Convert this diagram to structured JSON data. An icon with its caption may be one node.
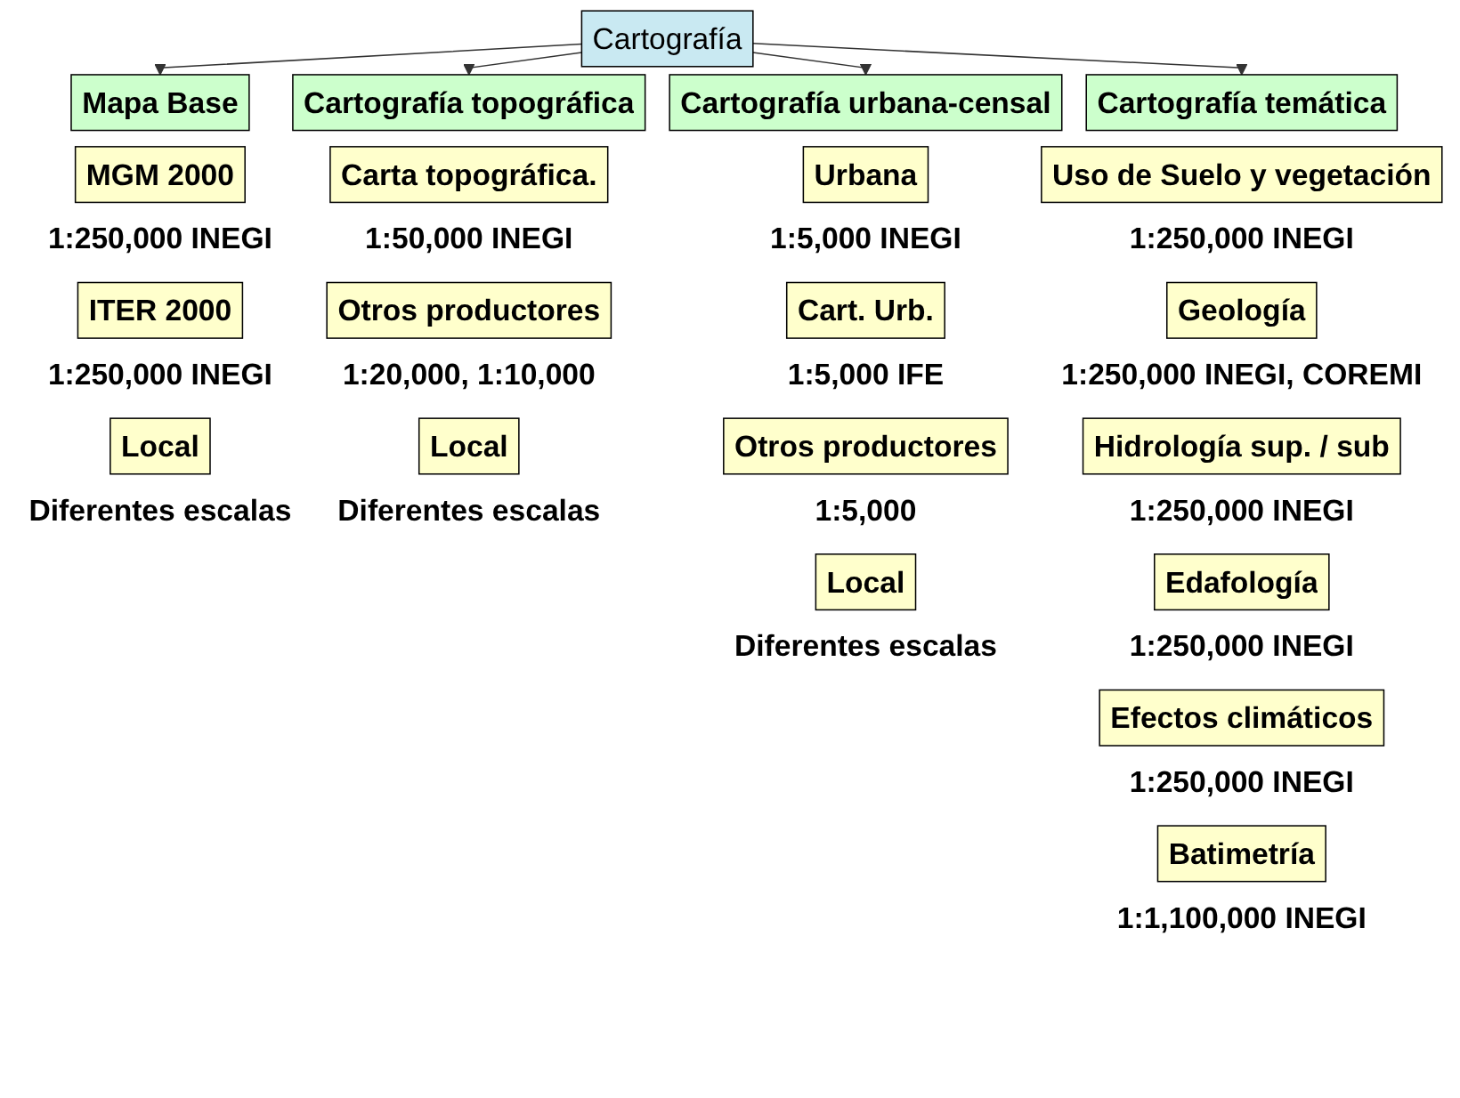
{
  "diagram": {
    "nodes": [
      {
        "text": [
          "Cartografía"
        ]
      },
      {
        "text": [
          "Mapa Base"
        ]
      },
      {
        "text": [
          "Cartografía topográfica"
        ]
      },
      {
        "text": [
          "Cartografía urbana-censal"
        ]
      },
      {
        "text": [
          "Cartografía temática"
        ]
      },
      {
        "text": [
          "MGM 2000"
        ],
        "beside": [
          "1:250,000 INEGI"
        ]
      },
      {
        "text": [
          "ITER 2000"
        ],
        "beside": [
          "1:250,000 INEGI"
        ]
      },
      {
        "text": [
          "Local"
        ],
        "beside": [
          "Diferentes escalas"
        ]
      },
      {
        "text": [
          "Carta topográfica."
        ],
        "beside": [
          "1:50,000 INEGI"
        ]
      },
      {
        "text": [
          "Otros productores"
        ],
        "beside": [
          "1:20,000, 1:10,000"
        ]
      },
      {
        "text": [
          "Local"
        ],
        "beside": [
          "Diferentes escalas"
        ]
      },
      {
        "text": [
          "Urbana"
        ],
        "beside": [
          "1:5,000 INEGI"
        ]
      },
      {
        "text": [
          "Cart. Urb."
        ],
        "beside": [
          "1:5,000 IFE"
        ]
      },
      {
        "text": [
          "Otros productores"
        ],
        "beside": [
          "1:5,000"
        ]
      },
      {
        "text": [
          "Local"
        ],
        "beside": [
          "Diferentes escalas"
        ]
      },
      {
        "text": [
          "Uso de Suelo y vegetación"
        ],
        "beside": [
          "1:250,000 INEGI"
        ]
      },
      {
        "text": [
          "Geología"
        ],
        "beside": [
          "1:250,000 INEGI, COREMI"
        ]
      },
      {
        "text": [
          "Hidrología sup. / sub"
        ],
        "beside": [
          "1:250,000 INEGI"
        ]
      },
      {
        "text": [
          "Edafología"
        ],
        "beside": [
          "1:250,000 INEGI"
        ]
      },
      {
        "text": [
          "Efectos climáticos"
        ],
        "beside": [
          "1:250,000 INEGI"
        ]
      },
      {
        "text": [
          "Batimetría"
        ],
        "beside": [
          "1:1,100,000 INEGI"
        ]
      }
    ],
    "edges": [
      {
        "from": 0,
        "to": 1,
        "arrow": "to"
      },
      {
        "from": 0,
        "to": 2,
        "arrow": "to"
      },
      {
        "from": 0,
        "to": 3,
        "arrow": "to"
      },
      {
        "from": 0,
        "to": 4,
        "arrow": "to"
      }
    ]
  }
}
